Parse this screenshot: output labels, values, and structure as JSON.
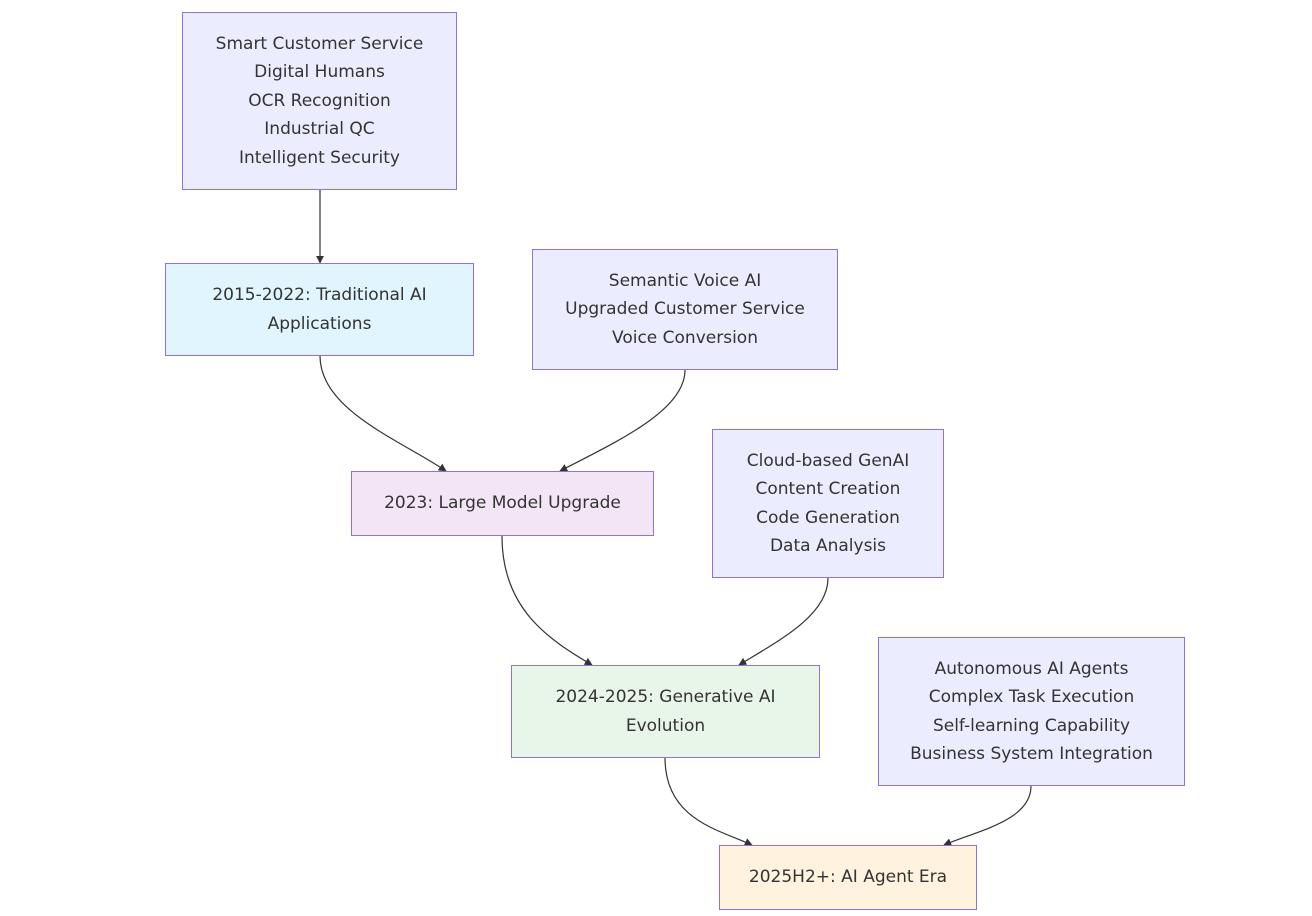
{
  "colors": {
    "feature": "#ececff",
    "traditional": "#e1f5fe",
    "large_model": "#f3e5f5",
    "generative": "#e8f5e9",
    "agent": "#fff3e0",
    "border": "#9370db",
    "edge": "#333333",
    "text": "#333333"
  },
  "nodes": {
    "trad_features": {
      "lines": [
        "Smart Customer Service",
        "Digital Humans",
        "OCR Recognition",
        "Industrial QC",
        "Intelligent Security"
      ]
    },
    "traditional": {
      "label": "2015-2022: Traditional AI Applications"
    },
    "voice_features": {
      "lines": [
        "Semantic Voice AI",
        "Upgraded Customer Service",
        "Voice Conversion"
      ]
    },
    "large_model": {
      "label": "2023: Large Model Upgrade"
    },
    "genai_features": {
      "lines": [
        "Cloud-based GenAI",
        "Content Creation",
        "Code Generation",
        "Data Analysis"
      ]
    },
    "generative": {
      "label": "2024-2025: Generative AI Evolution"
    },
    "agent_features": {
      "lines": [
        "Autonomous AI Agents",
        "Complex Task Execution",
        "Self-learning Capability",
        "Business System Integration"
      ]
    },
    "agent_era": {
      "label": "2025H2+: AI Agent Era"
    }
  },
  "edges": [
    {
      "from": "trad_features",
      "to": "traditional"
    },
    {
      "from": "traditional",
      "to": "large_model"
    },
    {
      "from": "voice_features",
      "to": "large_model"
    },
    {
      "from": "large_model",
      "to": "generative"
    },
    {
      "from": "genai_features",
      "to": "generative"
    },
    {
      "from": "generative",
      "to": "agent_era"
    },
    {
      "from": "agent_features",
      "to": "agent_era"
    }
  ]
}
